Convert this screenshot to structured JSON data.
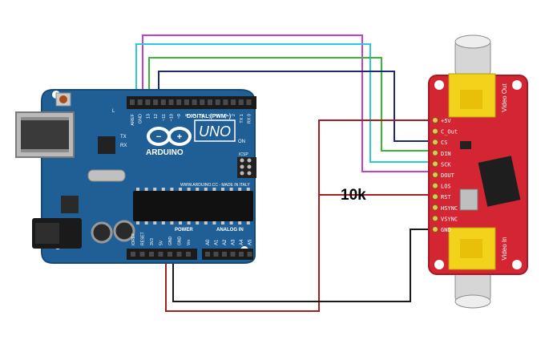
{
  "arduino": {
    "brand": "ARDUINO",
    "model": "UNO",
    "digital_label": "DIGITAL (PWM~)",
    "power_label": "POWER",
    "analog_label": "ANALOG IN",
    "website": "WWW.ARDUINO.CC - MADE IN ITALY",
    "top_pins": [
      "AREF",
      "GND",
      "13",
      "12",
      "~11",
      "~10",
      "~9",
      "8",
      "7",
      "~6",
      "~5",
      "4",
      "~3",
      "2",
      "TX 1",
      "RX 0"
    ],
    "power_pins": [
      "IOREF",
      "RESET",
      "3V3",
      "5V",
      "GND",
      "GND",
      "Vin"
    ],
    "analog_pins": [
      "A0",
      "A1",
      "A2",
      "A3",
      "A4",
      "A5"
    ],
    "side_labels": [
      "L",
      "TX",
      "RX",
      "ON",
      "ICSP"
    ]
  },
  "module": {
    "pins": [
      "+5V",
      "C_Out",
      "CS",
      "DIN",
      "SCK",
      "DOUT",
      "LOS",
      "RST",
      "HSYNC",
      "VSYNC",
      "GND"
    ],
    "video_out": "Video Out",
    "video_in": "Video In"
  },
  "resistor_label": "10k",
  "colors": {
    "board": "#1f5f95",
    "module": "#d42533",
    "wire_purple": "#c23fd1",
    "wire_cyan": "#2ec9d6",
    "wire_green": "#38b636",
    "wire_navy": "#1c2a78",
    "wire_red": "#a61e1e",
    "wire_black": "#1a1a1a"
  }
}
